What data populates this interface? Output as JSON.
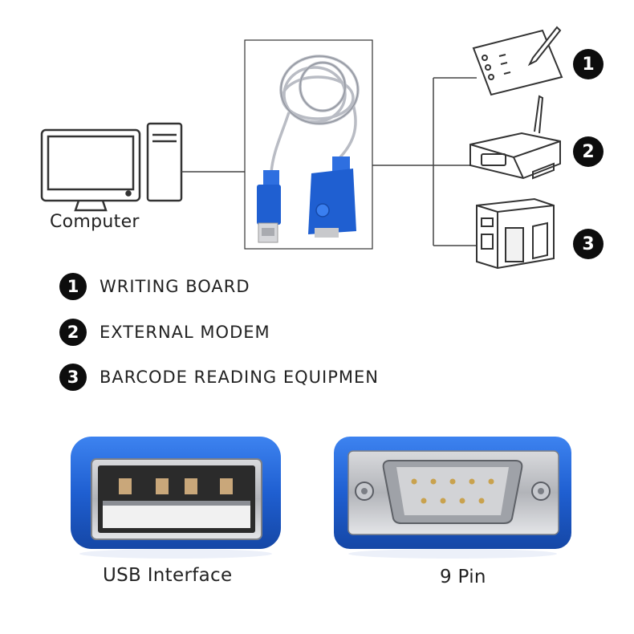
{
  "computer": {
    "label": "Computer"
  },
  "devices": [
    {
      "number": "1",
      "name": "WRITING BOARD",
      "icon": "writing-board-icon"
    },
    {
      "number": "2",
      "name": "EXTERNAL MODEM",
      "icon": "modem-icon"
    },
    {
      "number": "3",
      "name": "BARCODE READING EQUIPMEN",
      "icon": "barcode-printer-icon"
    }
  ],
  "connectors": {
    "usb_label": "USB Interface",
    "serial_label": "9 Pin"
  },
  "colors": {
    "connector_blue": "#1f5fd1",
    "line": "#444444"
  }
}
